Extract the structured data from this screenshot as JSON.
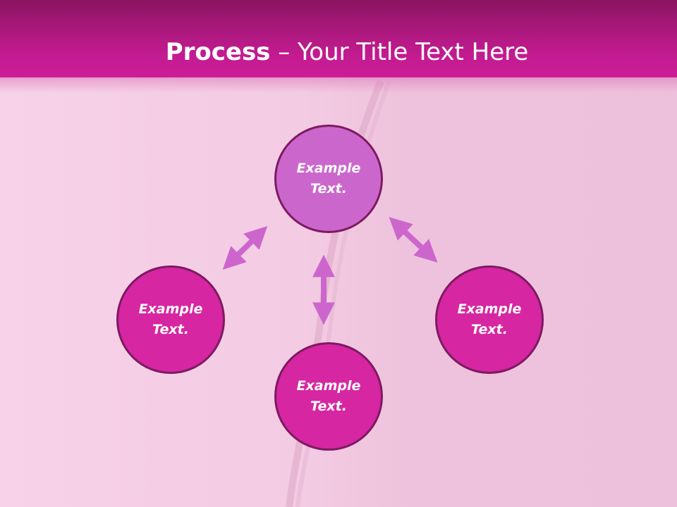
{
  "title": {
    "bold": "Process",
    "rest": " – Your Title Text Here"
  },
  "nodes": {
    "top": "Example Text.",
    "left": "Example Text.",
    "right": "Example Text.",
    "bottom": "Example Text."
  },
  "colors": {
    "title_bar": "#c21b90",
    "background": "#f4cbe3",
    "node_primary": "#cb67cc",
    "node_secondary": "#d626a2",
    "node_border": "#7e1a62",
    "arrow": "#cc66cc"
  }
}
